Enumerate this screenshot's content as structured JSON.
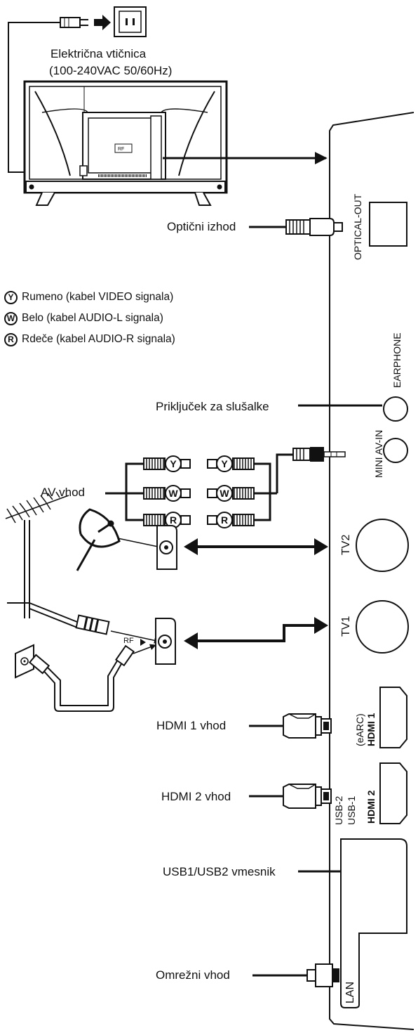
{
  "power": {
    "outlet_label": "Električna vtičnica",
    "outlet_spec": "(100-240VAC 50/60Hz)"
  },
  "legend": [
    {
      "badge": "Y",
      "text": "Rumeno (kabel VIDEO signala)"
    },
    {
      "badge": "W",
      "text": "Belo (kabel AUDIO-L signala)"
    },
    {
      "badge": "R",
      "text": "Rdeče (kabel AUDIO-R signala)"
    }
  ],
  "connections": {
    "optical": "Optični izhod",
    "headphone": "Priključek za slušalke",
    "av_in": "AV vhod",
    "hdmi1": "HDMI 1 vhod",
    "hdmi2": "HDMI 2 vhod",
    "usb": "USB1/USB2 vmesnik",
    "network": "Omrežni vhod"
  },
  "ports": {
    "optical_out": "OPTICAL-OUT",
    "earphone": "EARPHONE",
    "mini_av_in": "MINI AV-IN",
    "tv2": "TV2",
    "tv1": "TV1",
    "hdmi1_label": "HDMI 1",
    "earc": "(eARC)",
    "hdmi2_label": "HDMI 2",
    "usb2": "USB-2",
    "usb1": "USB-1",
    "lan": "LAN",
    "rf": "RF"
  },
  "plug_letters": [
    "Y",
    "W",
    "R"
  ]
}
